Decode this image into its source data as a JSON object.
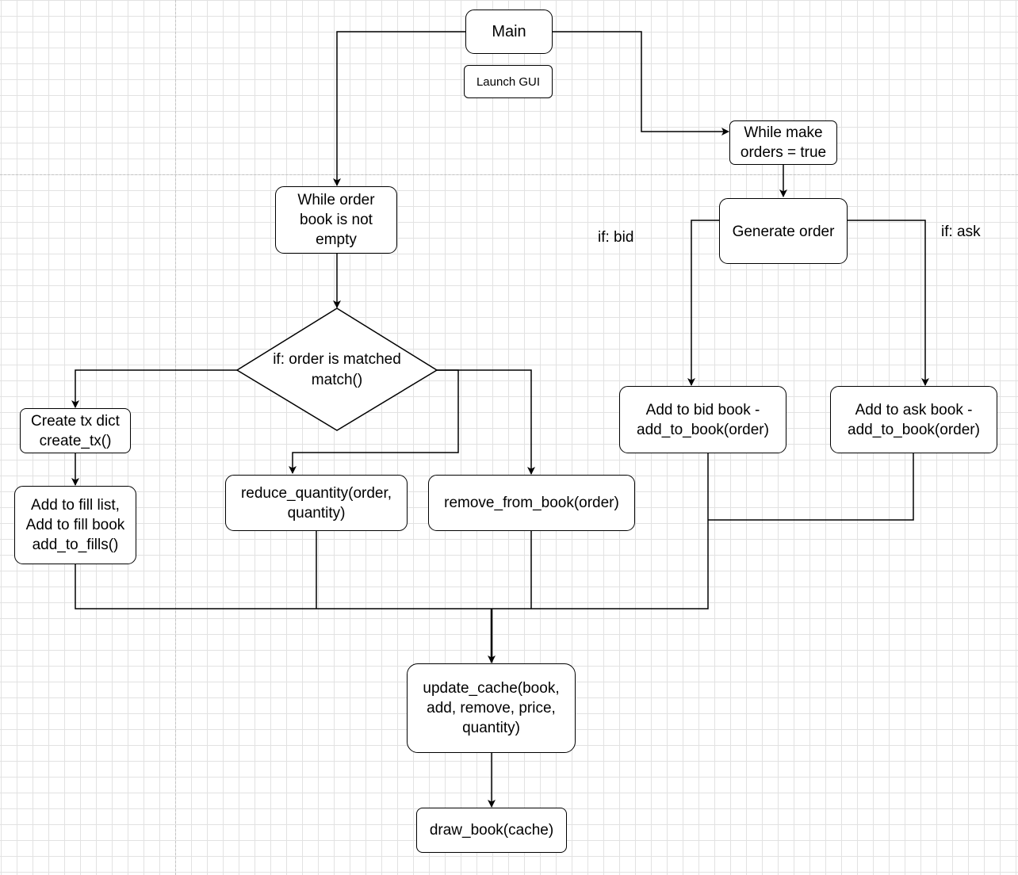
{
  "nodes": {
    "main": "Main",
    "launch_gui": "Launch GUI",
    "while_make_orders": "While make orders = true",
    "while_order_book": "While order book is not empty",
    "generate_order": "Generate order",
    "if_order_matched": "if: order is matched match()",
    "create_tx": "Create tx dict create_tx()",
    "add_to_fill": "Add to fill list, Add to fill book add_to_fills()",
    "reduce_quantity": "reduce_quantity(order, quantity)",
    "remove_from_book": "remove_from_book(order)",
    "add_to_bid_book": "Add to bid book - add_to_book(order)",
    "add_to_ask_book": "Add to ask book - add_to_book(order)",
    "update_cache": "update_cache(book, add, remove, price, quantity)",
    "draw_book": "draw_book(cache)"
  },
  "edge_labels": {
    "if_bid": "if: bid",
    "if_ask": "if: ask"
  }
}
